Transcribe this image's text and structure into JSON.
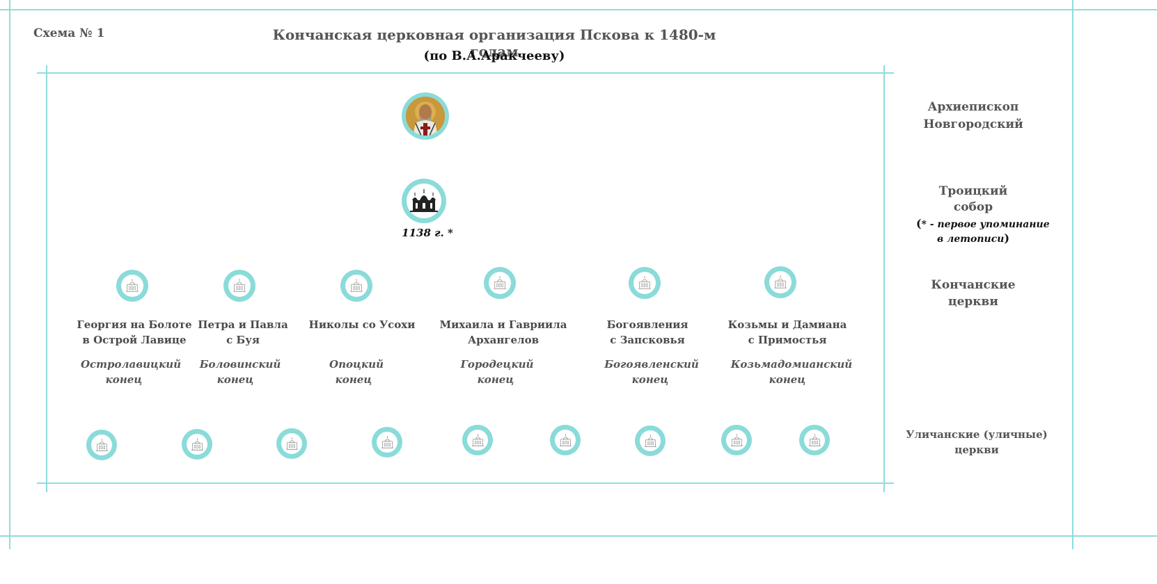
{
  "header": {
    "schema_label": "Схема № 1",
    "title": "Кончанская церковная организация Пскова  к 1480-м годам",
    "subtitle": "(по В.А.Аракчееву)"
  },
  "archbishop": {
    "icon": "saint-icon"
  },
  "cathedral": {
    "icon": "cathedral-icon",
    "date": "1138 г. *"
  },
  "konchan_churches": [
    {
      "name_line1": "Георгия на Болоте",
      "name_line2": "в Острой Лавице",
      "konets_line1": "Остролавицкий",
      "konets_line2": "конец"
    },
    {
      "name_line1": "Петра и Павла",
      "name_line2": "с Буя",
      "konets_line1": "Боловинский",
      "konets_line2": "конец"
    },
    {
      "name_line1": "Николы со Усохи",
      "name_line2": "",
      "konets_line1": "Опоцкий",
      "konets_line2": "конец"
    },
    {
      "name_line1": "Михаила  и  Гавриила",
      "name_line2": "Архангелов",
      "konets_line1": "Городецкий",
      "konets_line2": "конец"
    },
    {
      "name_line1": "Богоявления",
      "name_line2": "с Запсковья",
      "konets_line1": "Богоявленский",
      "konets_line2": "конец"
    },
    {
      "name_line1": "Козьмы и Дамиана",
      "name_line2": "с Примостья",
      "konets_line1": "Козьмадомианский",
      "konets_line2": "конец"
    }
  ],
  "street_churches_count": 9,
  "side_labels": {
    "archbishop_line1": "Архиепископ",
    "archbishop_line2": "Новгородский",
    "trinity_line1": "Троицкий",
    "trinity_line2": "собор",
    "note_open": "(",
    "note_star": "* - ",
    "note_text1": "первое упоминание",
    "note_text2": "в летописи",
    "note_close": ")",
    "konchan_line1": "Кончанские",
    "konchan_line2": "церкви",
    "street_line1": "Уличанские (уличные)",
    "street_line2": "церкви"
  },
  "colors": {
    "accent": "#8adbd9",
    "frame": "#8fdcdc"
  }
}
